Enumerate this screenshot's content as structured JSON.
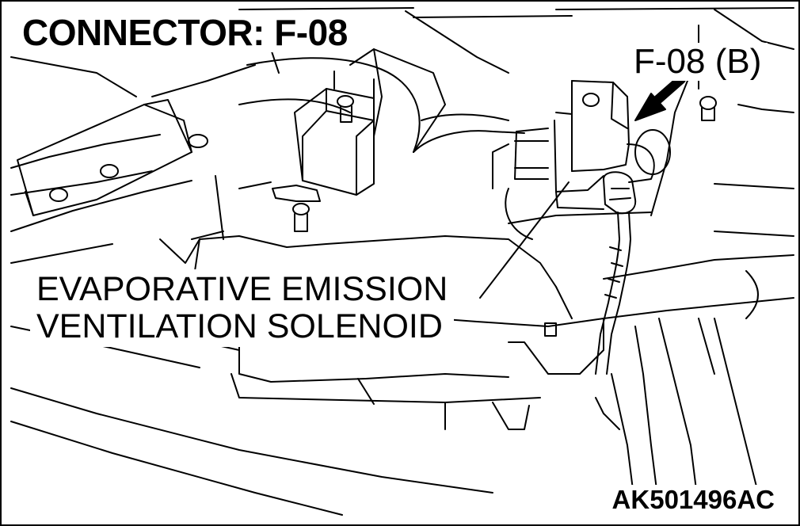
{
  "diagram": {
    "title": "CONNECTOR: F-08",
    "connector_label": "F-08 (B)",
    "component_label_lines": [
      "EVAPORATIVE EMISSION",
      "VENTILATION SOLENOID"
    ],
    "figure_id": "AK501496AC"
  },
  "colors": {
    "line": "#000000",
    "background": "#ffffff"
  },
  "icons": [
    "arrow-pointer-icon"
  ]
}
